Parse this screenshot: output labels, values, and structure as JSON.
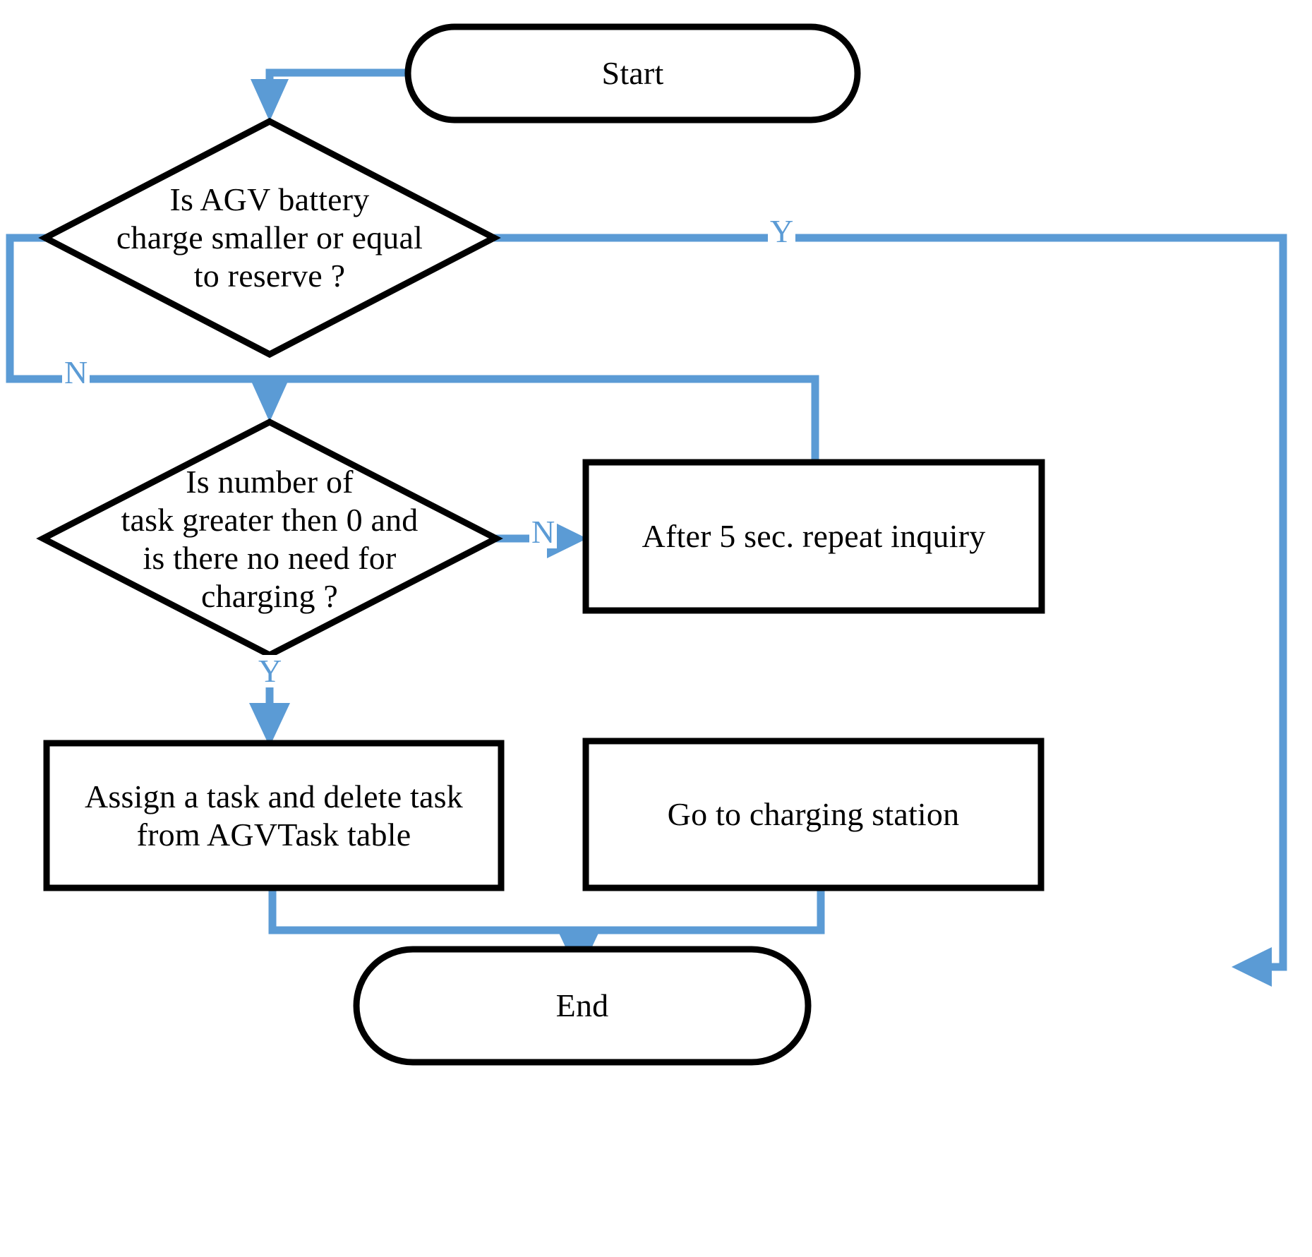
{
  "diagram": {
    "title": "AGV task assignment and charging decision flowchart",
    "colors": {
      "shape_stroke": "#000000",
      "shape_fill": "#ffffff",
      "connector": "#5B9BD5",
      "label_text": "#000000",
      "edge_label_text": "#5B9BD5",
      "background": "#ffffff"
    },
    "nodes": [
      {
        "id": "start",
        "type": "terminator",
        "label": "Start"
      },
      {
        "id": "decision_battery",
        "type": "decision",
        "label": "Is AGV battery\ncharge smaller or equal\nto reserve ?"
      },
      {
        "id": "decision_task",
        "type": "decision",
        "label": "Is number of\ntask greater then 0 and\nis there no need for\ncharging ?"
      },
      {
        "id": "repeat_inquiry",
        "type": "process",
        "label": "After 5 sec. repeat inquiry"
      },
      {
        "id": "assign_task",
        "type": "process",
        "label": "Assign a task and delete task\nfrom AGVTask table"
      },
      {
        "id": "go_charging",
        "type": "process",
        "label": "Go to charging station"
      },
      {
        "id": "end",
        "type": "terminator",
        "label": "End"
      }
    ],
    "edges": [
      {
        "id": "edge-start-to-battery",
        "from": "start",
        "to": "decision_battery",
        "label": ""
      },
      {
        "id": "edge-battery-yes",
        "from": "decision_battery",
        "to": "go_charging",
        "label": "Y"
      },
      {
        "id": "edge-battery-no",
        "from": "decision_battery",
        "to": "decision_task",
        "label": "N"
      },
      {
        "id": "edge-task-no",
        "from": "decision_task",
        "to": "repeat_inquiry",
        "label": "N"
      },
      {
        "id": "edge-task-yes",
        "from": "decision_task",
        "to": "assign_task",
        "label": "Y"
      },
      {
        "id": "edge-repeat-to-battery",
        "from": "repeat_inquiry",
        "to": "decision_task",
        "label": ""
      },
      {
        "id": "edge-assign-to-end",
        "from": "assign_task",
        "to": "end",
        "label": ""
      },
      {
        "id": "edge-charging-to-end",
        "from": "go_charging",
        "to": "end",
        "label": ""
      }
    ],
    "edge_labels": {
      "battery_yes": "Y",
      "battery_no": "N",
      "task_no": "N",
      "task_yes": "Y"
    }
  }
}
